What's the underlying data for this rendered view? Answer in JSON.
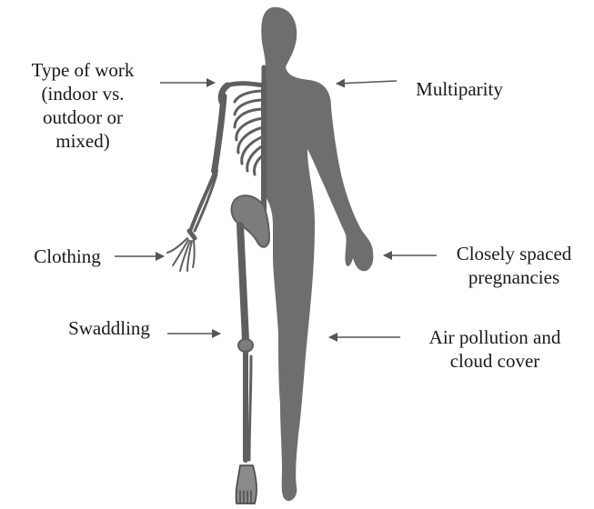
{
  "labels": {
    "type_of_work": [
      "Type of work",
      "(indoor vs.",
      "outdoor or",
      "mixed)"
    ],
    "multiparity": [
      "Multiparity"
    ],
    "clothing": [
      "Clothing"
    ],
    "closely_spaced": [
      "Closely spaced",
      "pregnancies"
    ],
    "swaddling": [
      "Swaddling"
    ],
    "air_pollution": [
      "Air pollution and",
      "cloud cover"
    ]
  },
  "colors": {
    "silhouette": "#6e6e6e",
    "bone": "#7c7c7c",
    "bone_dark": "#5a5a5a",
    "arrow": "#555555",
    "text": "#1a1a1a"
  }
}
